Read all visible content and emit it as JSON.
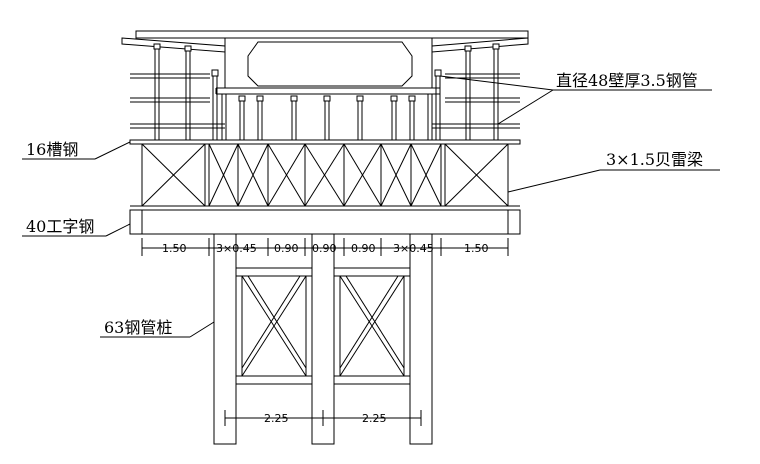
{
  "labels": {
    "steel_pipe": "直径48壁厚3.5钢管",
    "channel_steel": "16槽钢",
    "bailey_beam": "3×1.5贝雷梁",
    "i_beam": "40工字钢",
    "pipe_pile": "63钢管桩"
  },
  "dimensions": {
    "top": [
      "1.50",
      "3×0.45",
      "0.90",
      "0.90",
      "0.90",
      "3×0.45",
      "1.50"
    ],
    "bottom": [
      "2.25",
      "2.25"
    ]
  }
}
